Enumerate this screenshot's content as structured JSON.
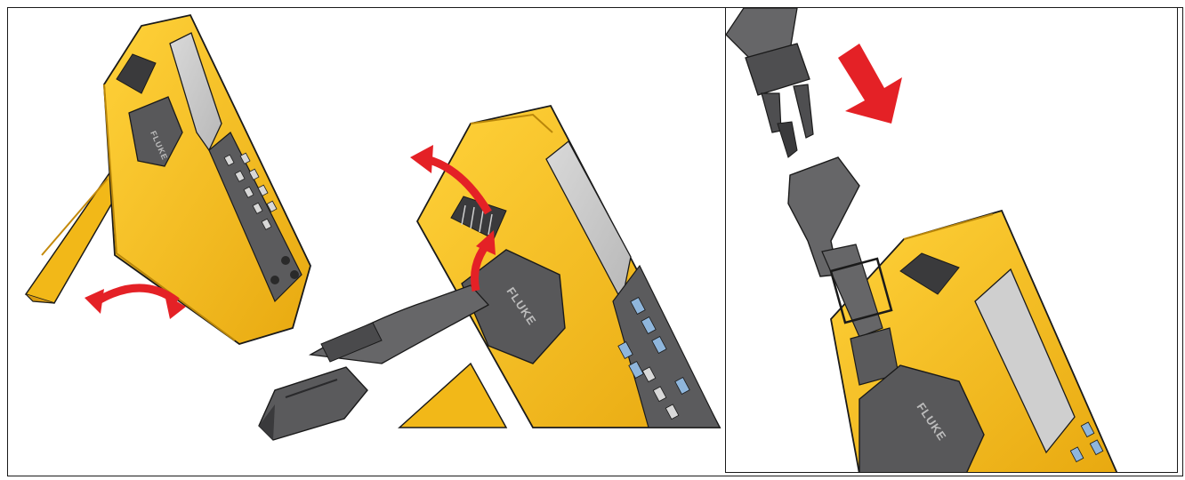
{
  "figure": {
    "brand_text": "FLUKE",
    "colors": {
      "body_yellow": "#f7c21a",
      "body_yellow_dark": "#e0a812",
      "rubber_gray": "#58585a",
      "rubber_gray_dark": "#3a3a3c",
      "screen_gray": "#cfcfcf",
      "key_blue": "#8fb6dc",
      "arrow_red": "#e42126",
      "frame_line": "#1a1a1a"
    },
    "panels": [
      {
        "name": "tilt-stand-panel",
        "icons": [
          "calibrator-device-icon",
          "tilt-stand-icon",
          "swing-arrow-icon"
        ]
      },
      {
        "name": "strap-attach-panel",
        "icons": [
          "calibrator-device-icon",
          "strap-icon",
          "buckle-icon",
          "lift-arrow-icon"
        ]
      },
      {
        "name": "buckle-connect-panel",
        "icons": [
          "strap-icon",
          "buckle-icon",
          "insert-arrow-icon"
        ]
      }
    ]
  }
}
